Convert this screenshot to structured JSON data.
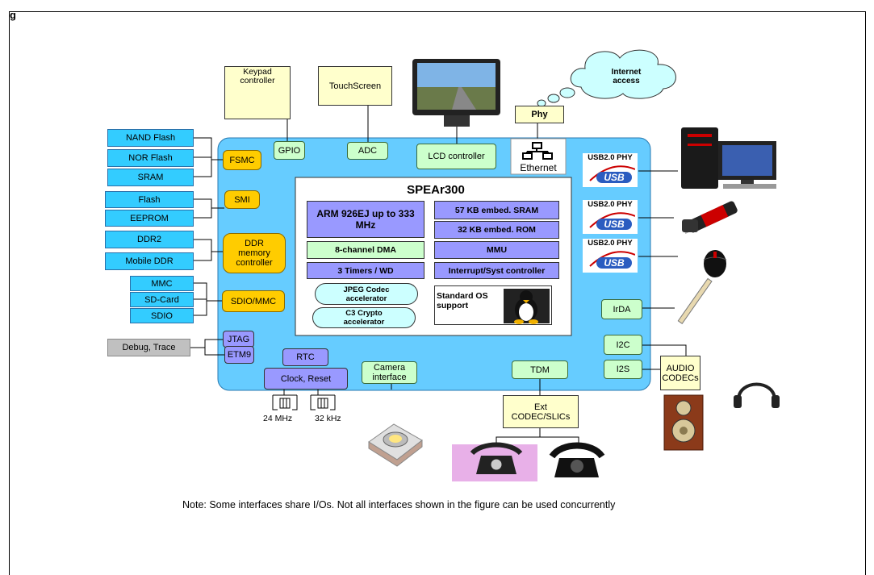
{
  "figure_label": "g",
  "soc": {
    "title": "SPEAr300"
  },
  "core_blocks": {
    "arm": "ARM 926EJ up to 333 MHz",
    "sram": "57 KB embed. SRAM",
    "rom": "32 KB embed. ROM",
    "dma": "8-channel DMA",
    "mmu": "MMU",
    "timers": "3 Timers / WD",
    "interrupt": "Interrupt/Syst controller",
    "jpeg": "JPEG Codec accelerator",
    "crypto": "C3 Crypto accelerator",
    "os": "Standard OS support"
  },
  "internal_blocks": {
    "fsmc": "FSMC",
    "smi": "SMI",
    "ddr": "DDR memory controller",
    "sdio_mmc": "SDIO/MMC",
    "gpio": "GPIO",
    "adc": "ADC",
    "lcd": "LCD controller",
    "ethernet": "Ethernet",
    "jtag": "JTAG",
    "etm9": "ETM9",
    "rtc": "RTC",
    "clock": "Clock, Reset",
    "camera": "Camera interface",
    "tdm": "TDM",
    "irda": "IrDA",
    "i2c": "I2C",
    "i2s": "I2S"
  },
  "external_blocks": {
    "nand": "NAND Flash",
    "nor": "NOR Flash",
    "sram": "SRAM",
    "flash": "Flash",
    "eeprom": "EEPROM",
    "ddr2": "DDR2",
    "mobile_ddr": "Mobile DDR",
    "mmc": "MMC",
    "sdcard": "SD-Card",
    "sdio": "SDIO",
    "debug": "Debug, Trace",
    "keypad": "Keypad controller",
    "touchscreen": "TouchScreen",
    "phy": "Phy",
    "internet": "Internet access",
    "audio": "AUDIO CODECs",
    "ext_codec": "Ext CODEC/SLICs"
  },
  "usb_phys": [
    "USB2.0 PHY",
    "USB2.0 PHY",
    "USB2.0 PHY"
  ],
  "usb_logo": "USB",
  "clocks": [
    "24 MHz",
    "32 kHz"
  ],
  "note": "Note: Some interfaces share I/Os. Not all interfaces shown in the figure can be used concurrently",
  "colors": {
    "soc_body": "#66ccff",
    "memory_external": "#33ccff",
    "controller": "#ffcc00",
    "peripheral": "#ccffcc",
    "core": "#9999ff",
    "external_device": "#ffffcc"
  }
}
